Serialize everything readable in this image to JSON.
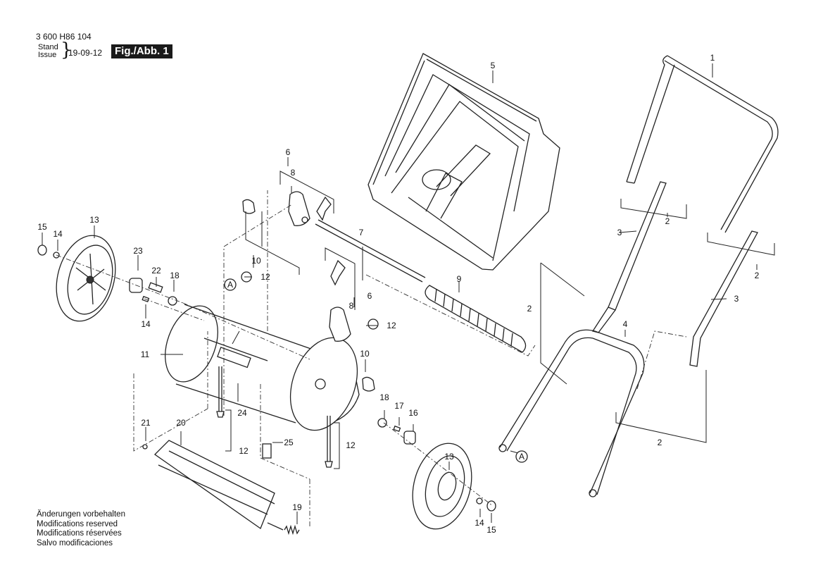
{
  "header": {
    "document_number": "3 600 H86 104",
    "stand_label": "Stand",
    "issue_label": "Issue",
    "date": "19-09-12",
    "figure_label": "Fig./Abb. 1"
  },
  "footer_notes": [
    "Änderungen vorbehalten",
    "Modifications reserved",
    "Modifications réservées",
    "Salvo modificaciones"
  ],
  "reference_marker": "A",
  "callouts": [
    {
      "id": "c1",
      "label": "1",
      "part": "upper-handle"
    },
    {
      "id": "c2a",
      "label": "2",
      "part": "handle-screw-set"
    },
    {
      "id": "c2b",
      "label": "2",
      "part": "handle-screw-set"
    },
    {
      "id": "c2c",
      "label": "2",
      "part": "handle-screw-set"
    },
    {
      "id": "c2d",
      "label": "2",
      "part": "handle-screw-set"
    },
    {
      "id": "c3a",
      "label": "3",
      "part": "middle-handle-left"
    },
    {
      "id": "c3b",
      "label": "3",
      "part": "middle-handle-right"
    },
    {
      "id": "c4",
      "label": "4",
      "part": "lower-handle"
    },
    {
      "id": "c5",
      "label": "5",
      "part": "grass-box"
    },
    {
      "id": "c6a",
      "label": "6",
      "part": "height-adjust-set"
    },
    {
      "id": "c6b",
      "label": "6",
      "part": "height-adjust-set"
    },
    {
      "id": "c7",
      "label": "7",
      "part": "axle-rod"
    },
    {
      "id": "c8a",
      "label": "8",
      "part": "height-adjuster"
    },
    {
      "id": "c8b",
      "label": "8",
      "part": "height-adjuster"
    },
    {
      "id": "c9",
      "label": "9",
      "part": "rear-roller"
    },
    {
      "id": "c10a",
      "label": "10",
      "part": "clip-set"
    },
    {
      "id": "c10b",
      "label": "10",
      "part": "clip-set"
    },
    {
      "id": "c11",
      "label": "11",
      "part": "housing"
    },
    {
      "id": "c12a",
      "label": "12",
      "part": "knob"
    },
    {
      "id": "c12b",
      "label": "12",
      "part": "knob"
    },
    {
      "id": "c12c",
      "label": "12",
      "part": "bolt"
    },
    {
      "id": "c12d",
      "label": "12",
      "part": "bolt"
    },
    {
      "id": "c13a",
      "label": "13",
      "part": "wheel-left"
    },
    {
      "id": "c13b",
      "label": "13",
      "part": "wheel-right"
    },
    {
      "id": "c14a",
      "label": "14",
      "part": "washer"
    },
    {
      "id": "c14b",
      "label": "14",
      "part": "pin"
    },
    {
      "id": "c14c",
      "label": "14",
      "part": "washer"
    },
    {
      "id": "c15a",
      "label": "15",
      "part": "hub-cap"
    },
    {
      "id": "c15b",
      "label": "15",
      "part": "hub-cap"
    },
    {
      "id": "c16",
      "label": "16",
      "part": "pinion"
    },
    {
      "id": "c17",
      "label": "17",
      "part": "key"
    },
    {
      "id": "c18a",
      "label": "18",
      "part": "bearing"
    },
    {
      "id": "c18b",
      "label": "18",
      "part": "bearing"
    },
    {
      "id": "c19",
      "label": "19",
      "part": "spring"
    },
    {
      "id": "c20",
      "label": "20",
      "part": "cutting-cylinder"
    },
    {
      "id": "c21",
      "label": "21",
      "part": "circlip"
    },
    {
      "id": "c22",
      "label": "22",
      "part": "shaft"
    },
    {
      "id": "c23",
      "label": "23",
      "part": "pinion"
    },
    {
      "id": "c24",
      "label": "24",
      "part": "label"
    },
    {
      "id": "c25",
      "label": "25",
      "part": "label"
    }
  ]
}
